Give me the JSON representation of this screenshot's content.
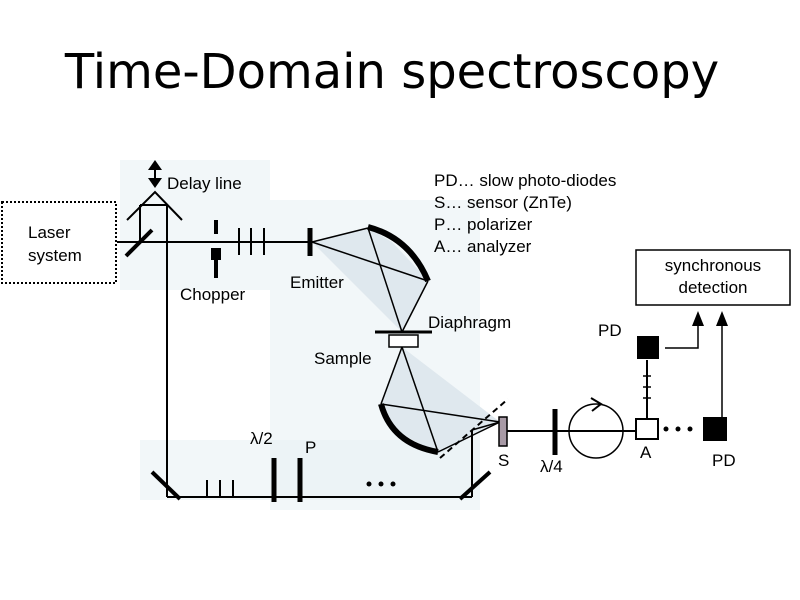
{
  "slide": {
    "title": "Time-Domain spectroscopy"
  },
  "diagram": {
    "laser_box": {
      "line1": "Laser",
      "line2": "system"
    },
    "delay_line": "Delay line",
    "chopper": "Chopper",
    "emitter": "Emitter",
    "diaphragm": "Diaphragm",
    "sample": "Sample",
    "half_wave": "λ/2",
    "polarizer": "P",
    "sensor": "S",
    "quarter_wave": "λ/4",
    "analyzer": "A",
    "pd_top": "PD",
    "pd_right": "PD",
    "detection_box": {
      "line1": "synchronous",
      "line2": "detection"
    },
    "legend": [
      "PD… slow photo-diodes",
      "S… sensor (ZnTe)",
      "P… polarizer",
      "A… analyzer"
    ],
    "colors": {
      "line": "#000000",
      "beam_fill": "#dfe8ee",
      "sensor_fill": "#a89aa6",
      "background_tint": "#e8f0f4"
    }
  }
}
